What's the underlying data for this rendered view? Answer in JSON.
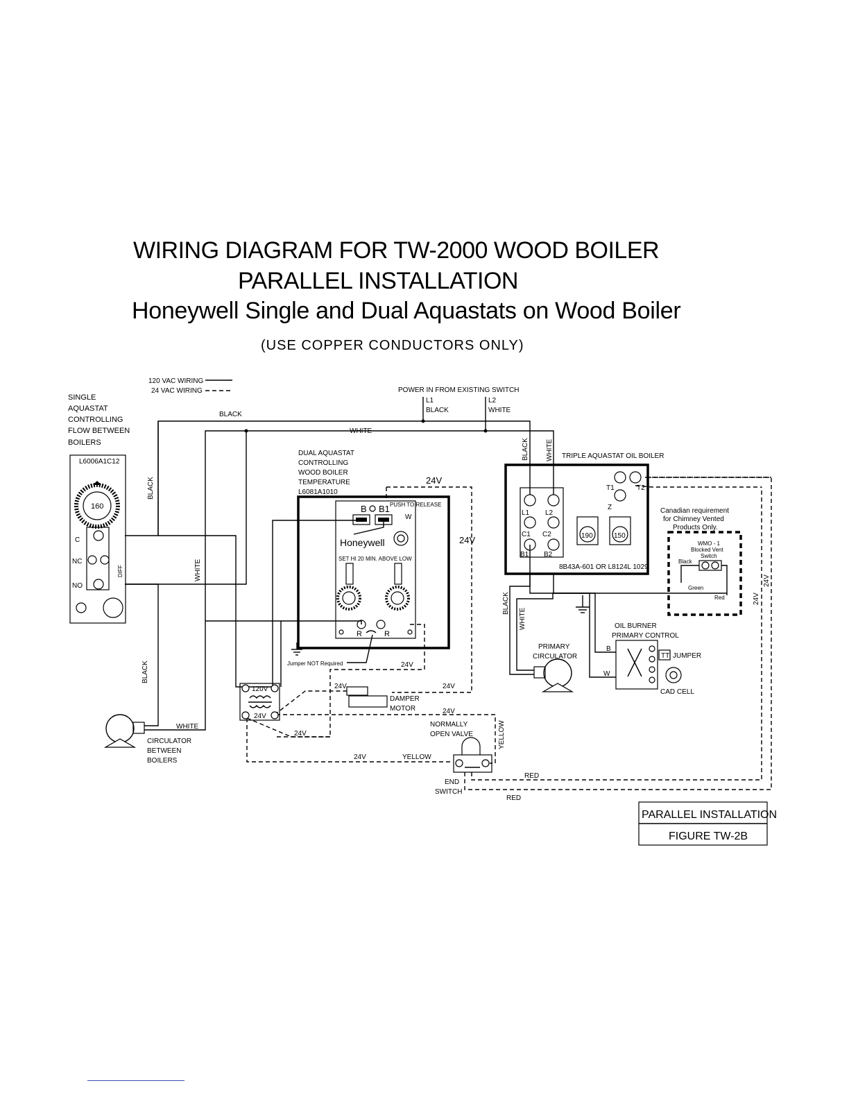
{
  "titles": {
    "line1": "WIRING DIAGRAM FOR TW-2000 WOOD BOILER",
    "line2": "PARALLEL INSTALLATION",
    "line3": "Honeywell Single and Dual Aquastats on Wood Boiler",
    "line4": "(USE COPPER CONDUCTORS ONLY)"
  },
  "legend": {
    "vac120": "120 VAC WIRING",
    "vac24": "24 VAC WIRING"
  },
  "single_aquastat": {
    "label": [
      "SINGLE",
      "AQUASTAT",
      "CONTROLLING",
      "FLOW BETWEEN",
      "BOILERS"
    ],
    "model": "L6006A1C12",
    "dial": "160",
    "terminals": [
      "C",
      "NC",
      "NO"
    ],
    "diff": "DIFF"
  },
  "power": {
    "label": "POWER IN FROM EXISTING SWITCH",
    "l1": "L1",
    "l1_color": "BLACK",
    "l2": "L2",
    "l2_color": "WHITE"
  },
  "wire_colors": {
    "black": "BLACK",
    "white": "WHITE",
    "yellow": "YELLOW",
    "red": "RED",
    "v24": "24V"
  },
  "dual_aquastat": {
    "label": [
      "DUAL AQUASTAT",
      "CONTROLLING",
      "WOOD BOILER",
      "TEMPERATURE",
      "L6081A1010"
    ],
    "brand": "Honeywell",
    "terminal_b": "B",
    "terminal_b1": "B1",
    "terminal_w": "W",
    "terminal_r": "R",
    "set_note": "SET HI 20 MIN. ABOVE LOW",
    "push_to_release": "PUSH TO RELEASE",
    "jumper_note": "Jumper NOT Required"
  },
  "transformer": {
    "primary": "120V",
    "secondary": "24V"
  },
  "damper": {
    "label": [
      "DAMPER",
      "MOTOR"
    ]
  },
  "valve": {
    "label": [
      "NORMALLY",
      "OPEN VALVE"
    ],
    "end_switch": [
      "END",
      "SWITCH"
    ]
  },
  "circulator_between": {
    "label": [
      "CIRCULATOR",
      "BETWEEN",
      "BOILERS"
    ]
  },
  "triple_aquastat": {
    "label": "TRIPLE AQUASTAT OIL BOILER",
    "model": "8B43A-601 OR L8124L 1029",
    "terminals": [
      "L1",
      "L2",
      "C1",
      "C2",
      "B1",
      "B2",
      "T1",
      "T2",
      "Z"
    ],
    "dial1": "190",
    "dial2": "150"
  },
  "canadian": {
    "note": [
      "Canadian requirement",
      "for Chimney Vented",
      "Products Only."
    ],
    "wmo": [
      "WMO - 1",
      "Blocked Vent",
      "Switch"
    ],
    "black": "Black",
    "green": "Green",
    "red": "Red"
  },
  "primary_circulator": {
    "label": [
      "PRIMARY",
      "CIRCULATOR"
    ]
  },
  "oil_burner": {
    "label": [
      "OIL BURNER",
      "PRIMARY CONTROL"
    ],
    "b": "B",
    "w": "W",
    "tt": "TT",
    "jumper": "JUMPER",
    "cad_cell": "CAD CELL"
  },
  "figure_box": {
    "title": "PARALLEL INSTALLATION",
    "figure": "FIGURE TW-2B"
  }
}
